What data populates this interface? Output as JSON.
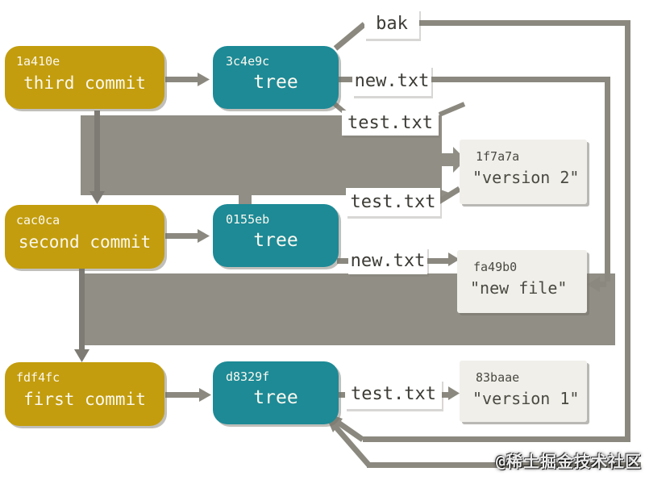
{
  "colors": {
    "commit": "#c39d0d",
    "tree": "#1d8a96",
    "blob_bg": "#f0efe9",
    "label_bg": "#ffffff",
    "band": "#908e85",
    "connector": "#8b897f",
    "connector_dark": "#7d7b73",
    "box_text": "#faf8ef",
    "label_text": "#3c3b35",
    "blob_text": "#4a4942"
  },
  "rows": [
    {
      "commit": {
        "id": "1a410e",
        "label": "third commit"
      },
      "tree": {
        "id": "3c4e9c",
        "label": "tree"
      }
    },
    {
      "commit": {
        "id": "cac0ca",
        "label": "second commit"
      },
      "tree": {
        "id": "0155eb",
        "label": "tree"
      }
    },
    {
      "commit": {
        "id": "fdf4fc",
        "label": "first commit"
      },
      "tree": {
        "id": "d8329f",
        "label": "tree"
      }
    }
  ],
  "file_labels": {
    "bak": "bak",
    "new_txt_top": "new.txt",
    "test_txt_top": "test.txt",
    "test_txt_mid": "test.txt",
    "new_txt_mid": "new.txt",
    "test_txt_bottom": "test.txt"
  },
  "blobs": [
    {
      "id": "1f7a7a",
      "content": "\"version 2\""
    },
    {
      "id": "fa49b0",
      "content": "\"new file\""
    },
    {
      "id": "83baae",
      "content": "\"version 1\""
    }
  ],
  "watermark": "@稀土掘金技术社区"
}
